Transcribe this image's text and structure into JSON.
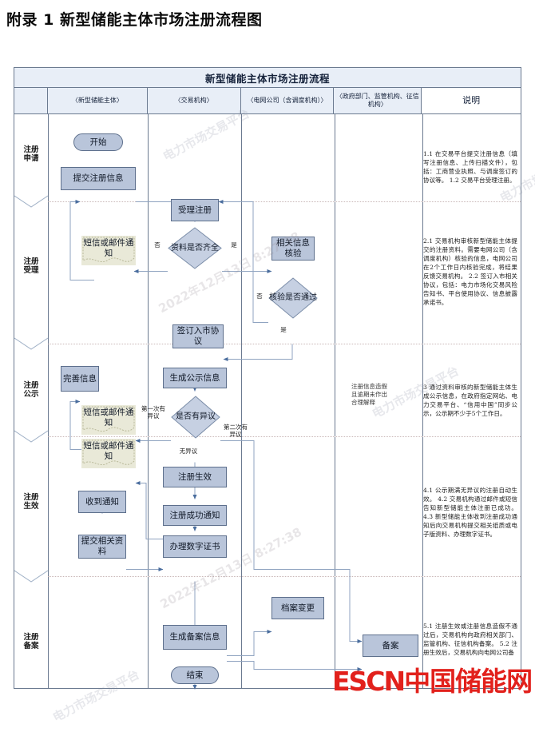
{
  "document": {
    "title": "附录 1  新型储能主体市场注册流程图",
    "chart_title": "新型储能主体市场注册流程"
  },
  "watermarks": {
    "site": "电力市场交易平台",
    "datetime": "2022年12月13日 8:27:38"
  },
  "logo": {
    "latin": "ESCN",
    "cn": "中国储能网"
  },
  "columns": [
    {
      "label": "〈新型储能主体〉"
    },
    {
      "label": "〈交易机构〉"
    },
    {
      "label": "〈电网公司（含调度机构）〉"
    },
    {
      "label": "〈政府部门、监管机构、征信机构〉"
    },
    {
      "label": "说明"
    }
  ],
  "phases": [
    {
      "label1": "注册",
      "label2": "申请"
    },
    {
      "label1": "注册",
      "label2": "受理"
    },
    {
      "label1": "注册",
      "label2": "公示"
    },
    {
      "label1": "注册",
      "label2": "生效"
    },
    {
      "label1": "注册",
      "label2": "备案"
    }
  ],
  "nodes": {
    "start": "开始",
    "submit_reg_info": "提交注册信息",
    "accept_reg": "受理注册",
    "sms_note_1": "短信或邮件通知",
    "data_complete": "资料是否齐全",
    "related_info_check": "相关信息核验",
    "check_pass": "核验是否通过",
    "sign_agreement": "签订入市协议",
    "improve_info": "完善信息",
    "gen_publicity": "生成公示信息",
    "sms_note_2": "短信或邮件通知",
    "has_objection": "是否有异议",
    "sms_note_3": "短信或邮件通知",
    "reg_effective": "注册生效",
    "receive_notice": "收到通知",
    "reg_success_notice": "注册成功通知",
    "submit_materials": "提交相关资料",
    "handle_cert": "办理数字证书",
    "archive_change": "档案变更",
    "gen_filing_info": "生成备案信息",
    "filing": "备案",
    "end": "结束"
  },
  "edge_labels": {
    "no_1": "否",
    "yes_1": "是",
    "no_2": "否",
    "yes_2": "是",
    "first_objection": "第一次有异议",
    "second_objection": "第二次有异议",
    "no_objection": "无异议"
  },
  "annotations": {
    "fraud_note": "注册信息造假且逾期未作出合理解释"
  },
  "notes": [
    "1.1 在交易平台提交注册信息（填写注册信息、上传扫描文件），包括：工商营业执照、与调度签订的协议等。\n1.2 交易平台受理注册。",
    "2.1 交易机构审核新型储能主体提交的注册资料。需要电网公司（含调度机构）核验的信息，电网公司在2个工作日内核验完成，将结果反馈交易机构。\n2.2 签订入市相关协议，包括：电力市场化交易风险告知书、平台使用协议、信息披露承诺书。",
    "3 通过资料审核的新型储能主体生成公示信息，在政府指定网站、电力交易平台、“信用中国”同步公示，公示期不少于5个工作日。",
    "4.1 公示期满无异议的注册自动生效。\n4.2 交易机构通过邮件或短信告知新型储能主体注册已成功。\n4.3 新型储能主体收到注册成功通知后向交易机构提交相关纸质或电子版资料、办理数字证书。",
    "5.1 注册生效或注册信息造假不通过后，交易机构向政府相关部门、监管机构、征信机构备案。\n5.2 注册生效后，交易机构向电网公司备"
  ]
}
